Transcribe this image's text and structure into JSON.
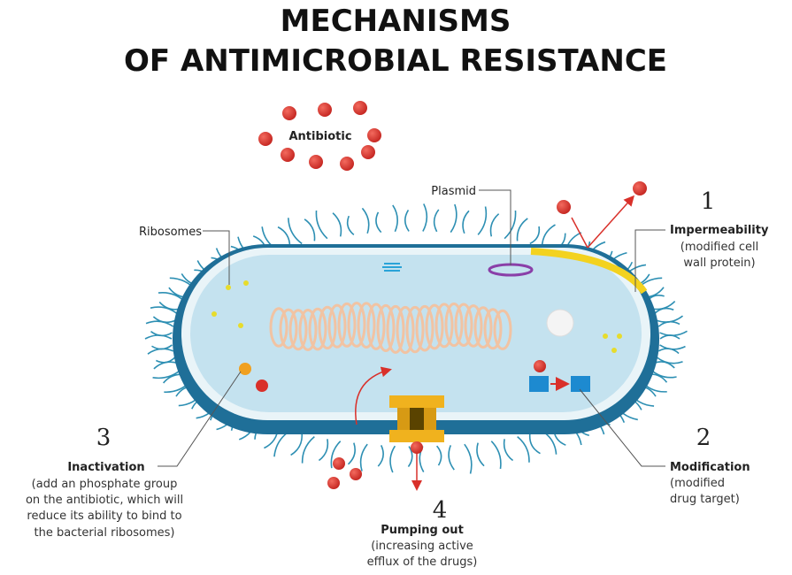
{
  "title": {
    "line1": "MECHANISMS",
    "line2": "OF ANTIMICROBIAL RESISTANCE"
  },
  "labels": {
    "antibiotic": "Antibiotic",
    "plasmid": "Plasmid",
    "ribosomes": "Ribosomes"
  },
  "mechanisms": [
    {
      "number": "1",
      "name": "Impermeability",
      "desc": [
        "(modified cell",
        "wall protein)"
      ]
    },
    {
      "number": "2",
      "name": "Modification",
      "desc": [
        "(modified",
        "drug target)"
      ]
    },
    {
      "number": "3",
      "name": "Inactivation",
      "desc": [
        "(add an phosphate group",
        "on the antibiotic, which will",
        "reduce its ability to bind to",
        "the bacterial ribosomes)"
      ]
    },
    {
      "number": "4",
      "name": "Pumping out",
      "desc": [
        "(increasing active",
        "efflux of the drugs)"
      ]
    }
  ],
  "colors": {
    "antibiotic": "#d9302a",
    "cell_wall": "#1f6f98",
    "cytoplasm": "#c4e2ef",
    "pump": "#f0b21e",
    "dna": "#f1c3a3",
    "plasmid": "#8a3fa8"
  }
}
